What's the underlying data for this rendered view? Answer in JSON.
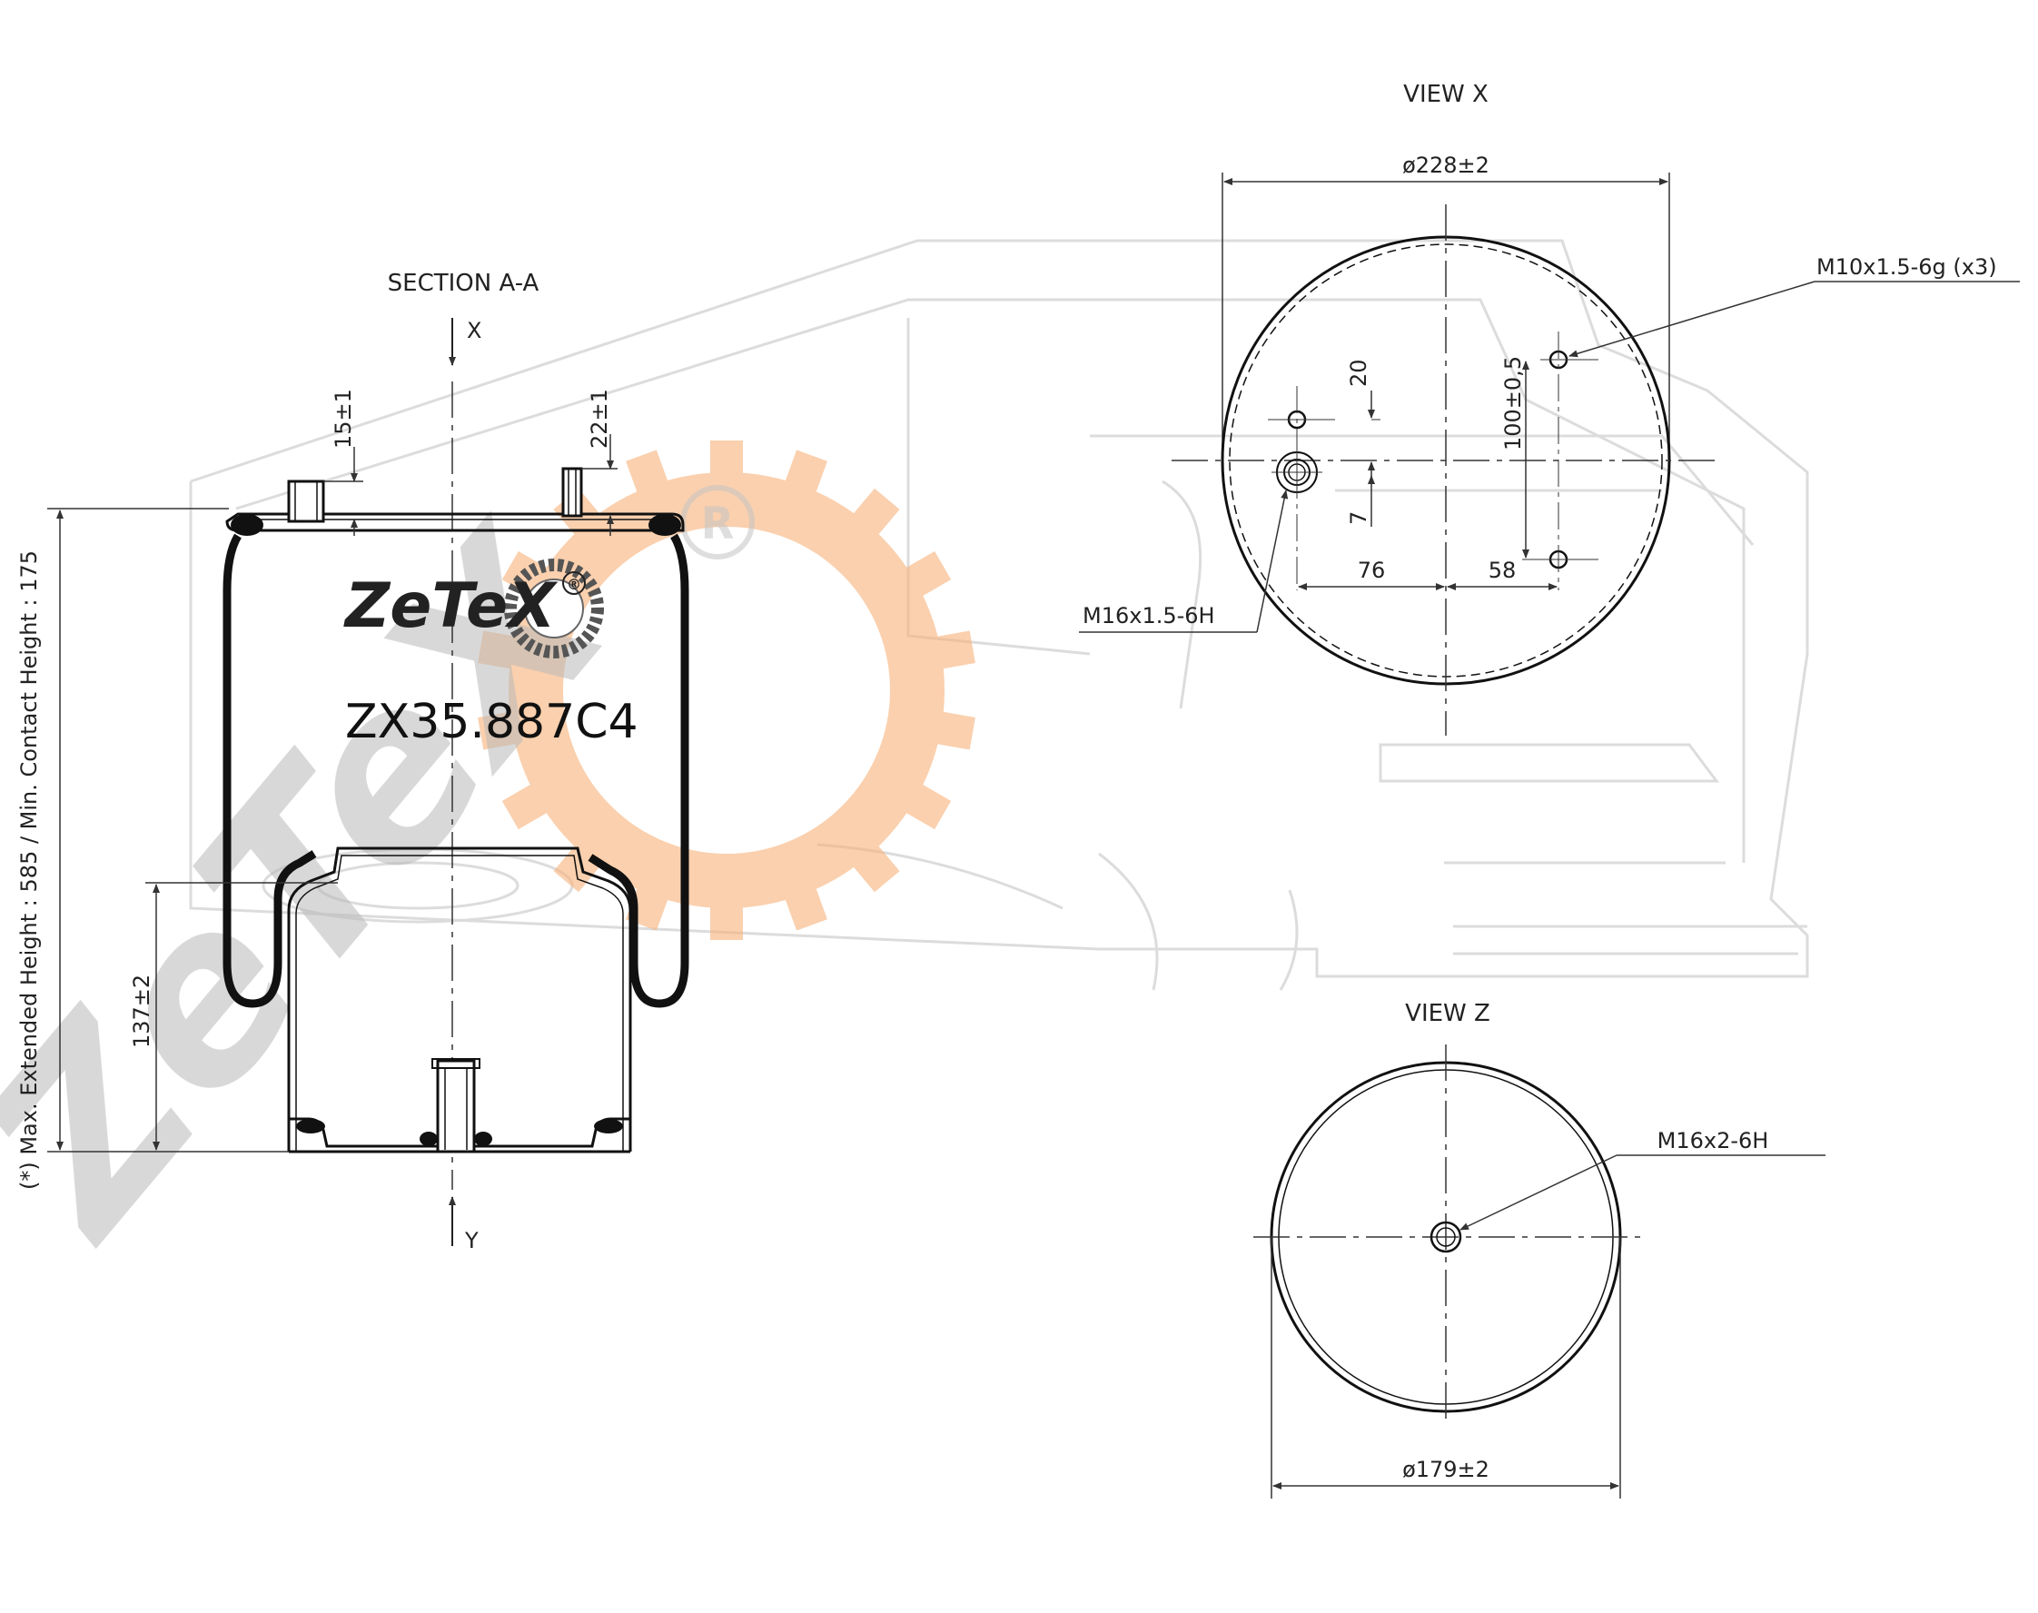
{
  "brand": {
    "logo": "ZeTeX",
    "registered": "®",
    "part_number": "ZX35.887C4"
  },
  "section": {
    "title": "SECTION A-A",
    "arrow_top": "X",
    "arrow_bottom": "Y",
    "dim_stud_left": "15±1",
    "dim_stud_right": "22±1",
    "dim_piston": "137±2",
    "side_note": "(*) Max. Extended Height : 585 / Min. Contact Height : 175"
  },
  "view_x": {
    "title": "VIEW X",
    "diameter": "ø228±2",
    "thread_studs": "M10x1.5-6g (x3)",
    "thread_center": "M16x1.5-6H",
    "dim_20": "20",
    "dim_7": "7",
    "dim_100": "100±0,5",
    "dim_76": "76",
    "dim_58": "58"
  },
  "view_z": {
    "title": "VIEW Z",
    "diameter": "ø179±2",
    "thread": "M16x2-6H"
  },
  "colors": {
    "line": "#111111",
    "dim_line": "#333333",
    "watermark_gear": "#f8b27a",
    "watermark_text": "#c8c8c8",
    "truck_outline": "#dcdcdc"
  }
}
